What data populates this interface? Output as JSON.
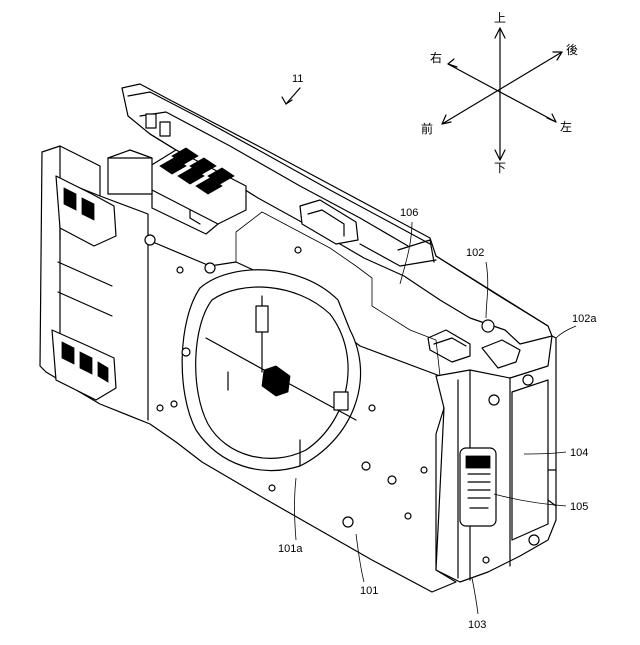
{
  "directions": {
    "up": "上",
    "down": "下",
    "right": "右",
    "left": "左",
    "front": "前",
    "rear": "後"
  },
  "references": {
    "assembly": "11",
    "frame": "101",
    "frame_opening": "101a",
    "top_frame": "102",
    "top_frame_edge": "102a",
    "side_cover": "103",
    "side_panel": "104",
    "connector": "105",
    "board": "106"
  }
}
